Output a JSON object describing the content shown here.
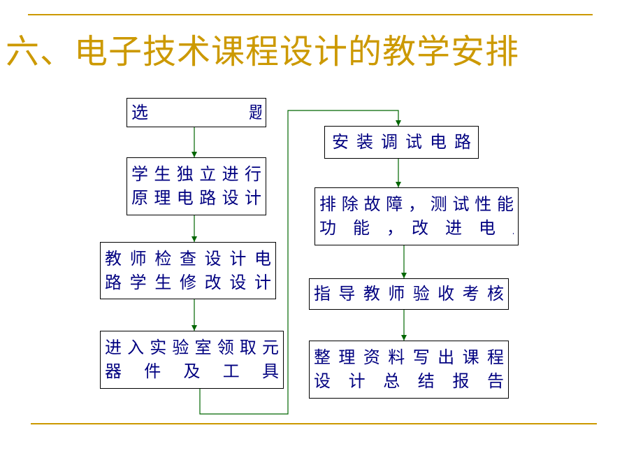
{
  "theme": {
    "title_color": "#CC9900",
    "rule_color": "#CC9900",
    "box_text_color": "#000080",
    "arrow_color": "#006600"
  },
  "slide": {
    "title": "六、电子技术课程设计的教学安排"
  },
  "flow": {
    "nodes": [
      {
        "id": "select",
        "lines": [
          "选　　　　　　题"
        ]
      },
      {
        "id": "design",
        "lines": [
          "学生独立进行",
          "原理电路设计"
        ]
      },
      {
        "id": "check",
        "lines": [
          "教师检查设计电",
          "路学生修改设计"
        ]
      },
      {
        "id": "collect",
        "lines": [
          "进入实验室领取元",
          "器　件　及　工　具"
        ]
      },
      {
        "id": "install",
        "lines": [
          "安装调试电路"
        ]
      },
      {
        "id": "debug",
        "lines": [
          "排除故障，测试性能",
          "功　能　，　改　进　电　路"
        ]
      },
      {
        "id": "accept",
        "lines": [
          "指导教师验收考核"
        ]
      },
      {
        "id": "report",
        "lines": [
          "整理资料写出课程",
          "设　计　总　结　报　告"
        ]
      }
    ],
    "edges": [
      {
        "from": "select",
        "to": "design"
      },
      {
        "from": "design",
        "to": "check"
      },
      {
        "from": "check",
        "to": "collect"
      },
      {
        "from": "collect",
        "to": "install"
      },
      {
        "from": "install",
        "to": "debug"
      },
      {
        "from": "debug",
        "to": "accept"
      },
      {
        "from": "accept",
        "to": "report"
      }
    ]
  }
}
